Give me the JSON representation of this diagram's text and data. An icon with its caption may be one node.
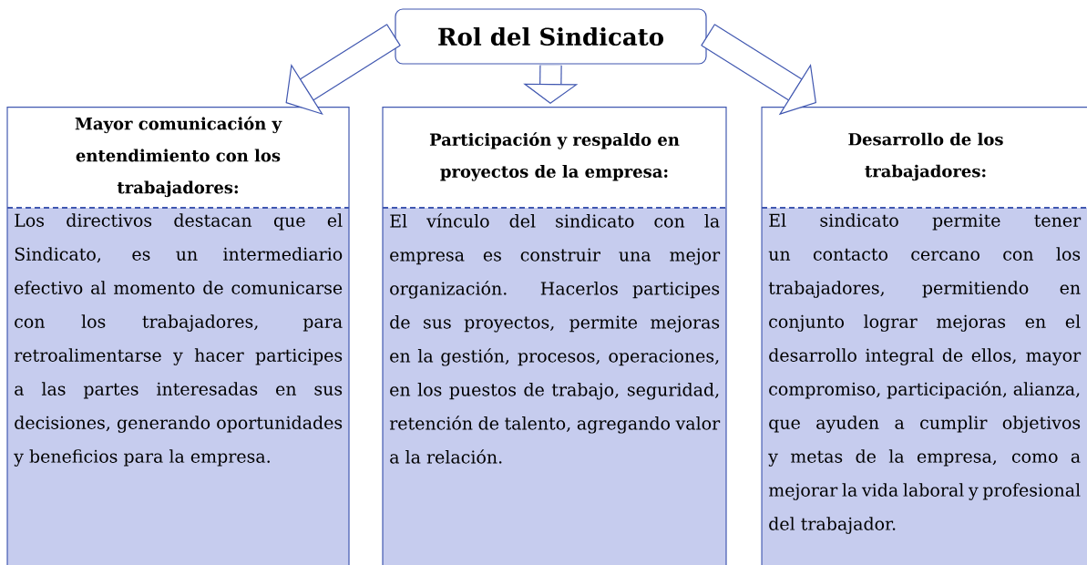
{
  "diagram": {
    "nodes": [
      {
        "text": [
          "Rol del Sindicato"
        ]
      },
      {
        "text": [
          "Mayor comunicación y entendimiento con los trabajadores:",
          "Los directivos destacan que el Sindicato, es un intermediario efectivo al momento de comunicarse con los trabajadores, para retroalimentarse y hacer participes a las partes interesadas en sus decisiones, generando oportunidades y beneficios para la empresa."
        ]
      },
      {
        "text": [
          "Participación y respaldo en proyectos de la empresa:",
          "El vínculo del sindicato con la empresa es construir una mejor organización. Hacerlos participes de sus proyectos, permite mejoras en la gestión, procesos, operaciones, en los puestos de trabajo, seguridad, retención de talento, agregando valor a la relación."
        ]
      },
      {
        "text": [
          "Desarrollo de los trabajadores:",
          "El sindicato permite tener un contacto cercano con los trabajadores, permitiendo en conjunto lograr mejoras en el desarrollo integral de ellos, mayor compromiso, participación, alianza, que ayuden a cumplir objetivos y metas de la empresa, como a mejorar la vida laboral y profesional del trabajador."
        ]
      }
    ],
    "edges": [
      {
        "from": 0,
        "to": 1,
        "arrow": "to"
      },
      {
        "from": 0,
        "to": 2,
        "arrow": "to"
      },
      {
        "from": 0,
        "to": 3,
        "arrow": "to"
      }
    ]
  }
}
